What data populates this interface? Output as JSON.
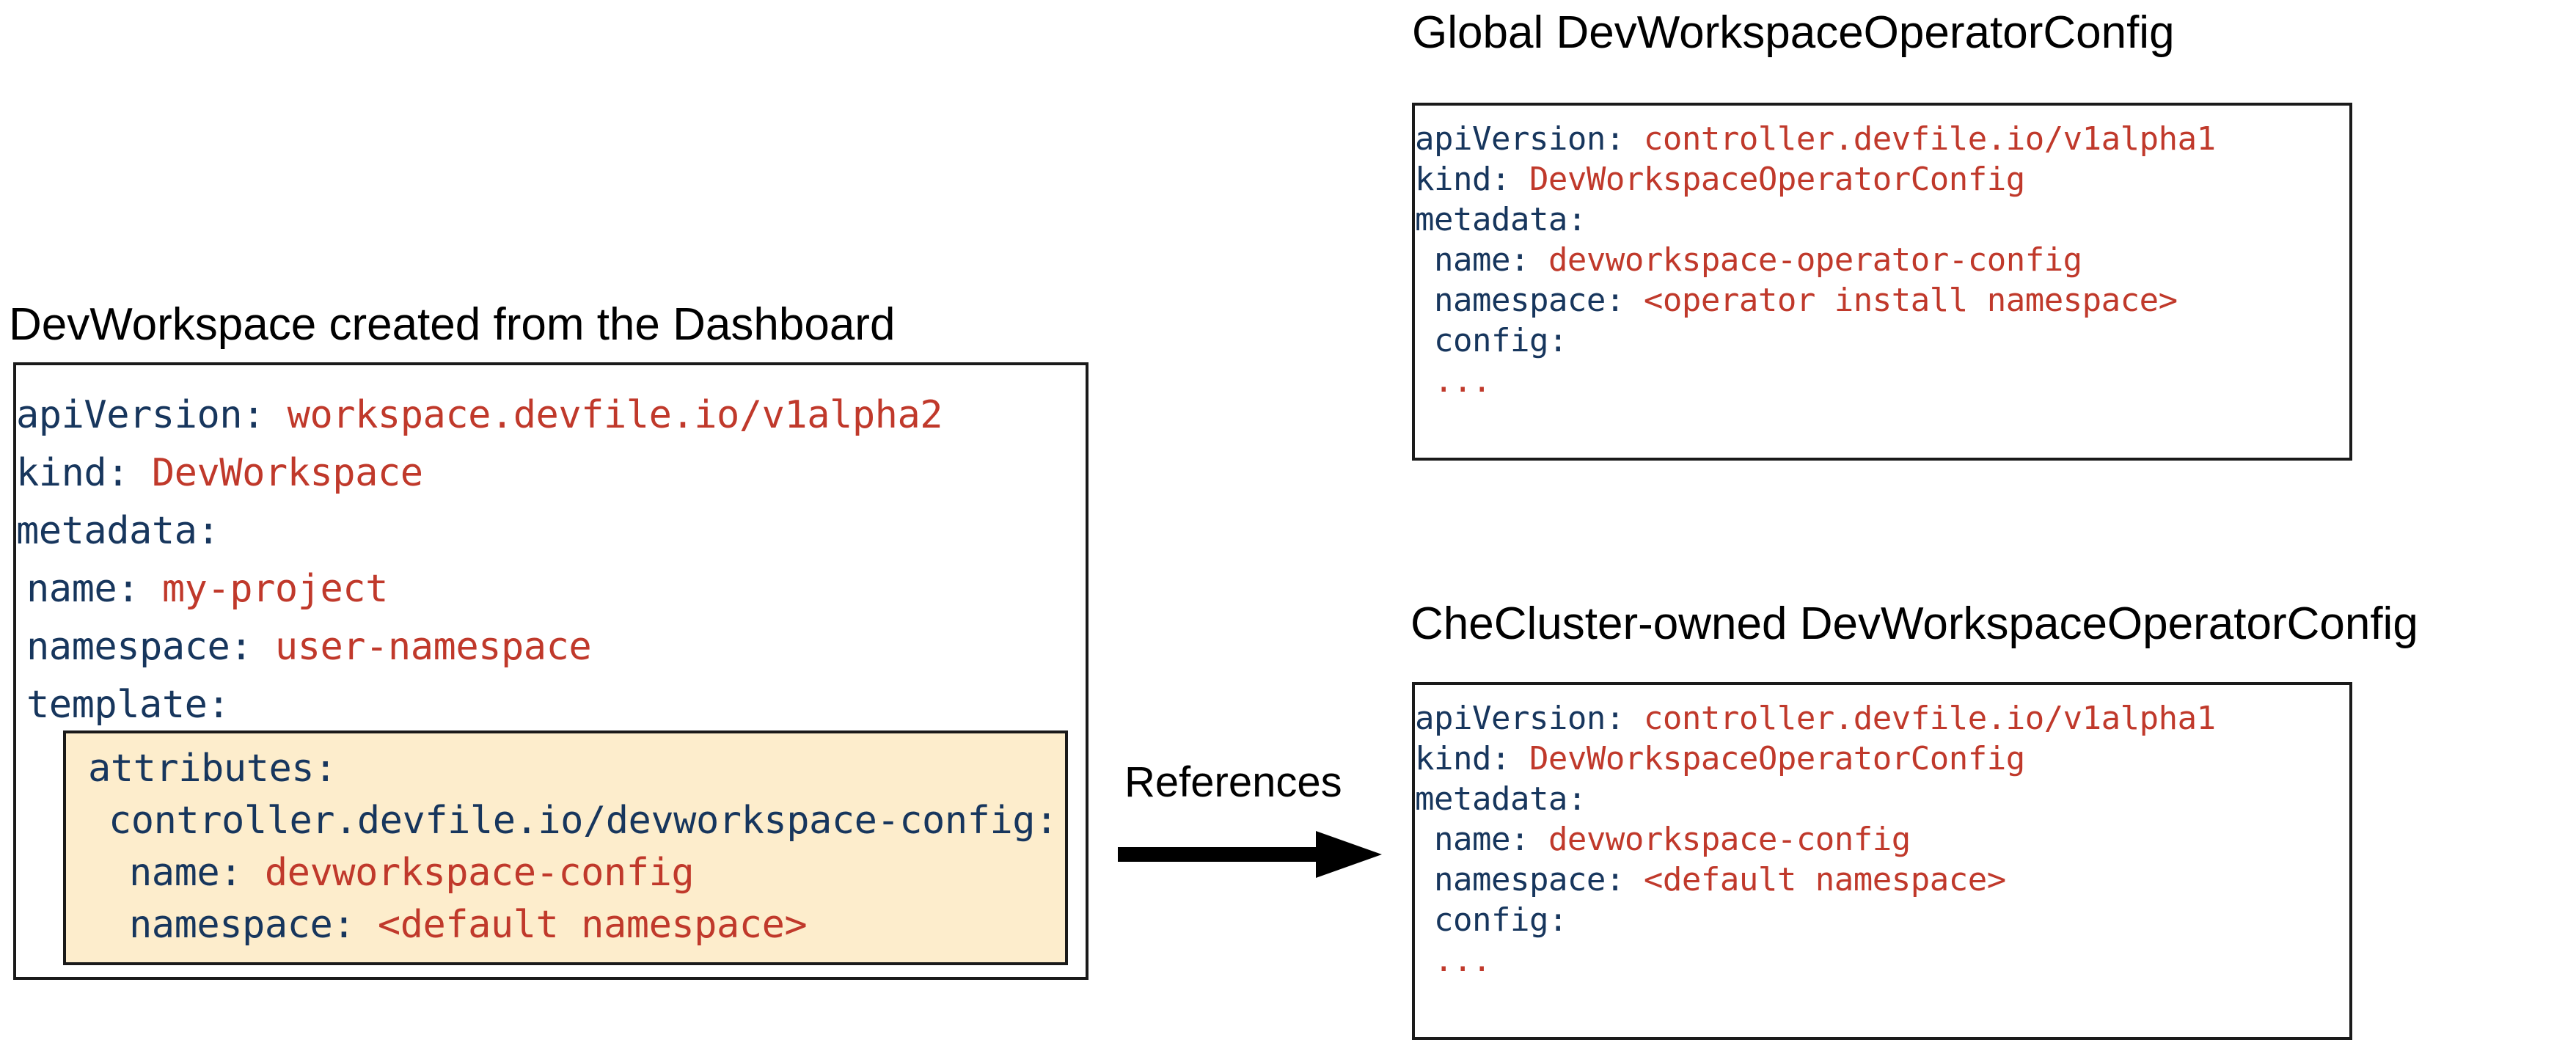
{
  "colors": {
    "key": "#17365D",
    "value": "#C0392B",
    "highlight_background": "#FDEDCC",
    "border": "#1A1A1A",
    "page_background": "#FFFFFF",
    "arrow": "#000000"
  },
  "devworkspace": {
    "title": "DevWorkspace created from the Dashboard",
    "lines": [
      {
        "key": "apiVersion:",
        "value": "workspace.devfile.io/v1alpha2",
        "indent": 0
      },
      {
        "key": "kind:",
        "value": "DevWorkspace",
        "indent": 0
      },
      {
        "key": "metadata:",
        "value": "",
        "indent": 0
      },
      {
        "key": "name:",
        "value": "my-project",
        "indent": 1
      },
      {
        "key": "namespace:",
        "value": "user-namespace",
        "indent": 1
      },
      {
        "key": "template:",
        "value": "",
        "indent": 1
      }
    ],
    "highlight": {
      "lines": [
        {
          "key": "attributes:",
          "value": "",
          "indent": 0
        },
        {
          "key": "controller.devfile.io/devworkspace-config:",
          "value": "",
          "indent": 1
        },
        {
          "key": "name:",
          "value": "devworkspace-config",
          "indent": 2
        },
        {
          "key": "namespace:",
          "value": "<default namespace>",
          "indent": 2
        }
      ]
    }
  },
  "arrow": {
    "label": "References",
    "direction": "right"
  },
  "global_config": {
    "title": "Global DevWorkspaceOperatorConfig",
    "lines": [
      {
        "key": "apiVersion:",
        "value": "controller.devfile.io/v1alpha1",
        "indent": 0
      },
      {
        "key": "kind:",
        "value": "DevWorkspaceOperatorConfig",
        "indent": 0
      },
      {
        "key": "metadata:",
        "value": "",
        "indent": 0
      },
      {
        "key": "name:",
        "value": "devworkspace-operator-config",
        "indent": 1
      },
      {
        "key": "namespace:",
        "value": "<operator install namespace>",
        "indent": 1
      },
      {
        "key": "config:",
        "value": "",
        "indent": 1
      },
      {
        "key": "",
        "value": "...",
        "indent": 1
      }
    ]
  },
  "checluster_config": {
    "title": "CheCluster-owned DevWorkspaceOperatorConfig",
    "lines": [
      {
        "key": "apiVersion:",
        "value": "controller.devfile.io/v1alpha1",
        "indent": 0
      },
      {
        "key": "kind:",
        "value": "DevWorkspaceOperatorConfig",
        "indent": 0
      },
      {
        "key": "metadata:",
        "value": "",
        "indent": 0
      },
      {
        "key": "name:",
        "value": "devworkspace-config",
        "indent": 1
      },
      {
        "key": "namespace:",
        "value": "<default namespace>",
        "indent": 1
      },
      {
        "key": "config:",
        "value": "",
        "indent": 1
      },
      {
        "key": "",
        "value": "...",
        "indent": 1
      }
    ]
  }
}
